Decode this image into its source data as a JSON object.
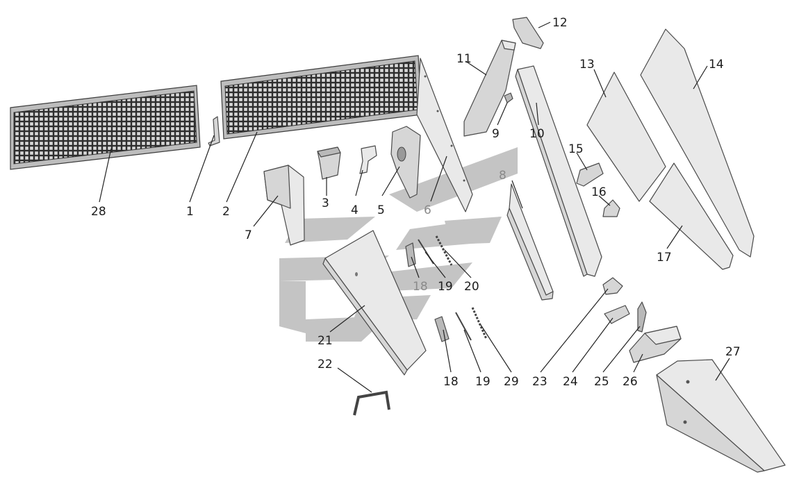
{
  "diagram": {
    "callouts": [
      {
        "id": "1",
        "text": "1"
      },
      {
        "id": "2",
        "text": "2"
      },
      {
        "id": "3",
        "text": "3"
      },
      {
        "id": "4",
        "text": "4"
      },
      {
        "id": "5",
        "text": "5"
      },
      {
        "id": "6",
        "text": "6"
      },
      {
        "id": "7",
        "text": "7"
      },
      {
        "id": "8",
        "text": "8"
      },
      {
        "id": "9",
        "text": "9"
      },
      {
        "id": "10",
        "text": "10"
      },
      {
        "id": "11",
        "text": "11"
      },
      {
        "id": "12",
        "text": "12"
      },
      {
        "id": "13",
        "text": "13"
      },
      {
        "id": "14",
        "text": "14"
      },
      {
        "id": "15",
        "text": "15"
      },
      {
        "id": "16",
        "text": "16"
      },
      {
        "id": "17",
        "text": "17"
      },
      {
        "id": "18a",
        "text": "18"
      },
      {
        "id": "19a",
        "text": "19"
      },
      {
        "id": "20",
        "text": "20"
      },
      {
        "id": "21",
        "text": "21"
      },
      {
        "id": "22",
        "text": "22"
      },
      {
        "id": "18b",
        "text": "18"
      },
      {
        "id": "19b",
        "text": "19"
      },
      {
        "id": "29",
        "text": "29"
      },
      {
        "id": "23",
        "text": "23"
      },
      {
        "id": "24",
        "text": "24"
      },
      {
        "id": "25",
        "text": "25"
      },
      {
        "id": "26",
        "text": "26"
      },
      {
        "id": "27",
        "text": "27"
      },
      {
        "id": "28",
        "text": "28"
      }
    ]
  }
}
